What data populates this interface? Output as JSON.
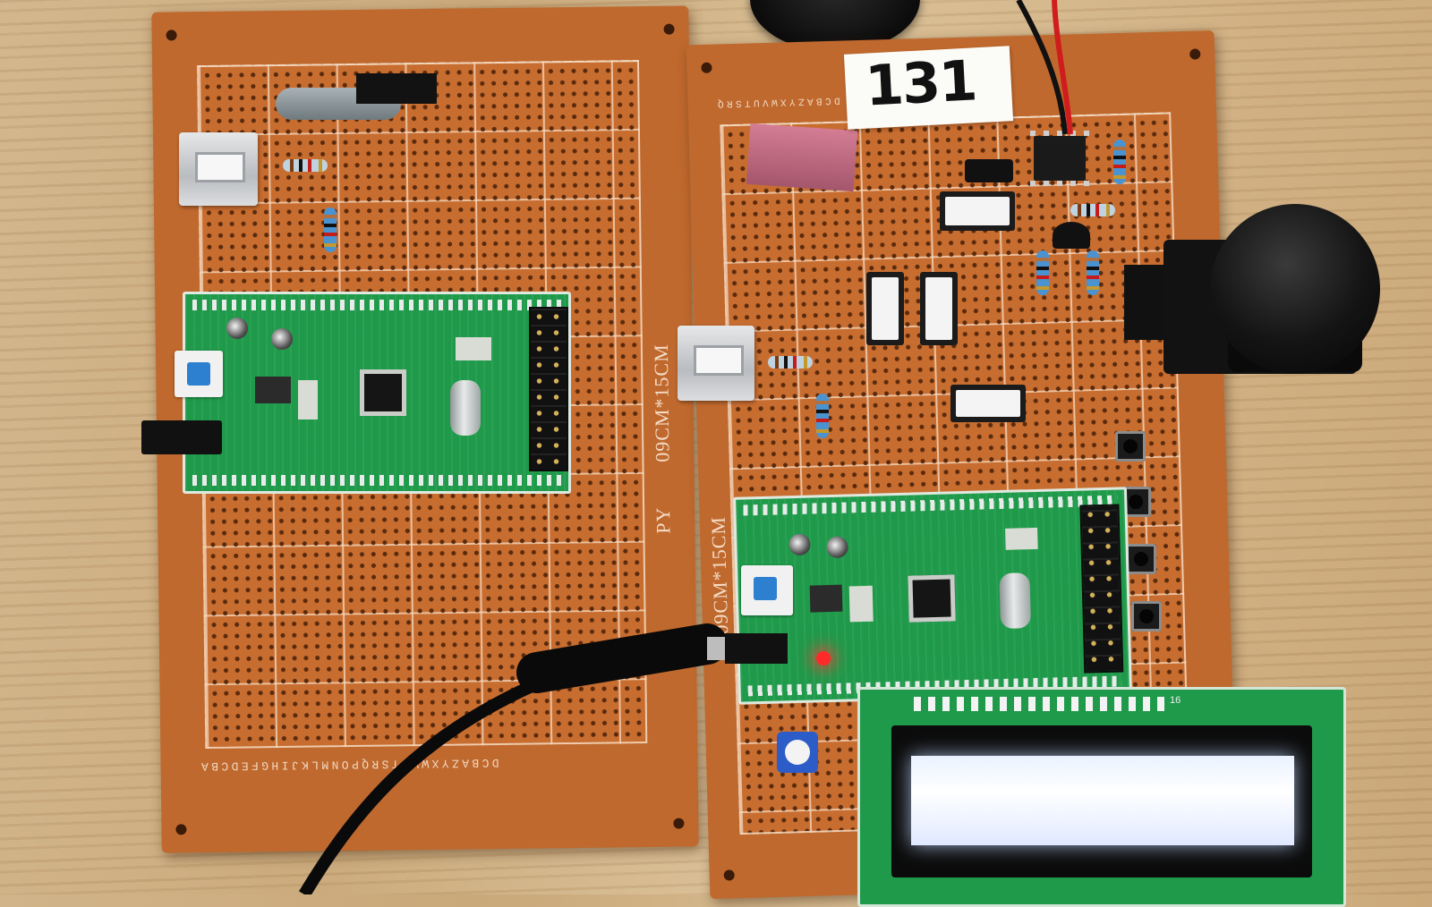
{
  "scene": {
    "description_tag": "",
    "left_board": {
      "size_label": "09CM*15CM",
      "brand_label": "PY",
      "row_letters": "DCBAZYXWVUTSRQPONMLKJIHGFEDCBA"
    },
    "right_board": {
      "size_label": "09CM*15CM",
      "row_letters": "DCBAZYXWVUTSRQ"
    },
    "number_tag": "131",
    "lcd_pin_label": "16"
  },
  "colors": {
    "perfboard": "#c0692e",
    "devboard": "#1f9a4a",
    "lcd_backlight": "#e9f2ff",
    "led": "#ff2a2a"
  },
  "icons": [
    "speaker-icon",
    "joystick-icon",
    "usb-socket-icon",
    "power-cable-icon"
  ]
}
